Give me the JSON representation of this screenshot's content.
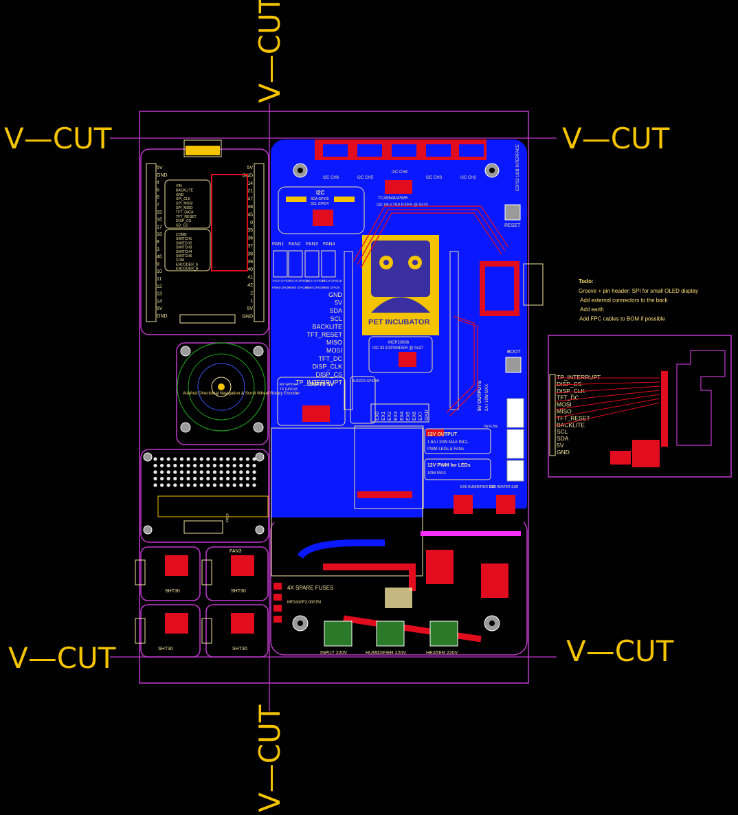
{
  "vcut": {
    "top_left": "V—CUT",
    "top_right": "V—CUT",
    "bottom_left": "V—CUT",
    "bottom_right": "V—CUT",
    "vertical_top": "V—CUT",
    "vertical_bottom": "V—CUT"
  },
  "main": {
    "logo_text": "PET INCUBATOR",
    "i2c_header": "I2C",
    "i2c_sda": "SDA GPIO5",
    "i2c_scl": "SCL GPIO4",
    "mux_label": "TCA9548APWR",
    "mux_sub": "I2C MULTIPLEXER @ 0x70",
    "i2c_channels": [
      "I2C CH6",
      "I2C CH5",
      "I2C CH4",
      "I2C CH3",
      "I2C CH2"
    ],
    "reset": "RESET",
    "boot": "BOOT",
    "usb": "ESP32 USB INTERFACE",
    "fans": [
      "FAN1",
      "FAN2",
      "FAN3",
      "FAN4"
    ],
    "tach": [
      "TACH GPIO7",
      "TACH GPIO16",
      "TACH GPIO17",
      "TACH GPIO18"
    ],
    "pwm": [
      "PWM GPIO6",
      "PWM GPIO15",
      "PWM GPIO17",
      "PWM GPIO8"
    ],
    "signals": [
      "GND",
      "5V",
      "SDA",
      "SCL",
      "BACKLITE",
      "TFT_RESET",
      "MISO",
      "MOSI",
      "TFT_DC",
      "DISP_CLK",
      "DISP_CS",
      "TP_INTERRUPT"
    ],
    "io_expander": "MCP23008",
    "io_sub": "I2C IO EXPANDER @ 0x27",
    "uart": "UART0 5V",
    "uart_rx": "RX GPIO44",
    "uart_tx": "TX GPIO43",
    "buzzer": "BUZZER GPIO48",
    "ex_labels": [
      "EX0",
      "EX1",
      "EX2",
      "EX3",
      "EX4",
      "EX5",
      "EX6",
      "EX7",
      "GND"
    ],
    "out5v": "5V OUTPUTS",
    "out5v_sub": "2A / 10W MAX",
    "out12v": "12V OUTPUT",
    "out12v_sub": "1.6A / 20W MAX INCL.",
    "out12v_pwm": "PWM LEDs & FANs",
    "pwm12": "12V PWM for LEDs",
    "pwm12_sub": "10W MAX",
    "hum_ssr": "EX0 HUMIDIFIER SSR",
    "heat_ssr": "EX1 HEATER SSR",
    "spare": "4X SPARE FUSES",
    "spare_part": "MF2410F2.0007M",
    "terminals": [
      "INPUT 220V",
      "HUMIDIFIER 220V",
      "HEATER 220V"
    ],
    "fuse": "2A FUSE"
  },
  "left": {
    "encoder": "Adafruit Directional Navigation & Scroll Wheel Rotary Encoder",
    "fpc": "FPC4",
    "sht": [
      "SHT30",
      "SHT30",
      "SHT30",
      "SHT30"
    ],
    "fan3": "FAN3",
    "pins_left": [
      "5V",
      "GND",
      "4",
      "5",
      "6",
      "7",
      "15",
      "16",
      "17",
      "18",
      "8",
      "3",
      "46",
      "9",
      "10",
      "11",
      "12",
      "13",
      "14",
      "5V",
      "GND"
    ],
    "pins_right": [
      "5V",
      "GND",
      "14",
      "21",
      "47",
      "48",
      "45",
      "0",
      "35",
      "36",
      "37",
      "38",
      "39",
      "40",
      "41",
      "42",
      "2",
      "1",
      "5V",
      "GND"
    ],
    "center_block": [
      "VIN",
      "BACKLITE",
      "GND",
      "SPI_CLK",
      "SPI_MOSI",
      "SPI_MISO",
      "TFT_DATA",
      "TFT_RESET",
      "DISP_CS",
      "SD_CS"
    ],
    "control_block": [
      "COMB",
      "SWITCH1",
      "SWITCH2",
      "SWITCH3",
      "SWITCH4",
      "SWITCH5",
      "COM",
      "ENCODER_A",
      "ENCODER_B"
    ]
  },
  "right_panel": {
    "pins": [
      "TP_INTERRUPT",
      "DISP_CS",
      "DISP_CLK",
      "TFT_DC",
      "MOSI",
      "MISO",
      "TFT_RESET",
      "BACKLITE",
      "SCL",
      "SDA",
      "5V",
      "GND"
    ]
  },
  "todo": {
    "title": "Todo:",
    "items": [
      "Groove + pin header: SPI for small OLED display",
      "Add external connectors to the back",
      "Add earth",
      "Add FPC cables to BOM if possible"
    ]
  }
}
